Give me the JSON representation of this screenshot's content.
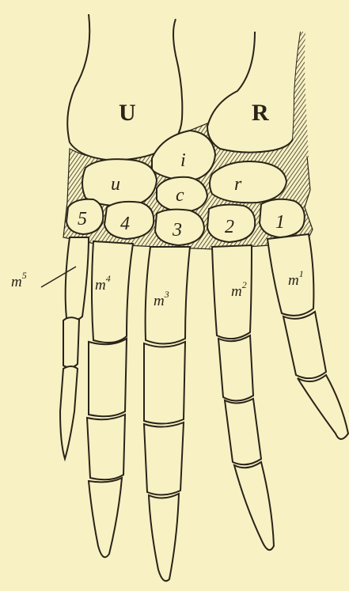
{
  "figure": {
    "background": "#f7f1c4",
    "ink": "#2a2318",
    "shade": "#4a3f2a",
    "labels": {
      "ulna": "U",
      "radius": "R",
      "intermedium": "i",
      "ulnare": "u",
      "centrale": "c",
      "radiale": "r",
      "carpal_5": "5",
      "carpal_4": "4",
      "carpal_3": "3",
      "carpal_2": "2",
      "carpal_1": "1",
      "metacarpal_5": {
        "base": "m",
        "sup": "5"
      },
      "metacarpal_4": {
        "base": "m",
        "sup": "4"
      },
      "metacarpal_3": {
        "base": "m",
        "sup": "3"
      },
      "metacarpal_2": {
        "base": "m",
        "sup": "2"
      },
      "metacarpal_1": {
        "base": "m",
        "sup": "1"
      }
    }
  }
}
